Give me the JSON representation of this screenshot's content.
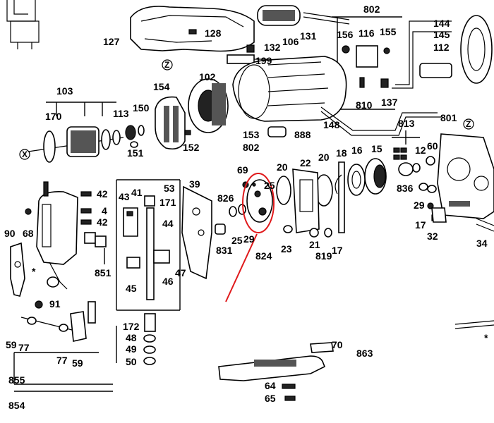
{
  "labels": {
    "l127": "127",
    "l128": "128",
    "lz1": "Z",
    "l132": "132",
    "l106": "106",
    "l131": "131",
    "l802a": "802",
    "l156": "156",
    "l116": "116",
    "l155": "155",
    "l144": "144",
    "l145": "145",
    "l112": "112",
    "l199": "199",
    "l103": "103",
    "l102": "102",
    "l154": "154",
    "l170": "170",
    "l113": "113",
    "l150": "150",
    "l151": "151",
    "l152": "152",
    "l153": "153",
    "l802b": "802",
    "l888": "888",
    "l148": "148",
    "l810": "810",
    "l137": "137",
    "l801": "801",
    "lz2": "Z",
    "l813": "813",
    "lx": "X",
    "l69": "69",
    "l20a": "20",
    "l22": "22",
    "l20b": "20",
    "l18": "18",
    "l16": "16",
    "l15": "15",
    "l12": "12",
    "l60": "60",
    "l836": "836",
    "l29b": "29",
    "l17b": "17",
    "l32": "32",
    "l34": "34",
    "l42a": "42",
    "l4": "4",
    "l42b": "42",
    "l43": "43",
    "l41": "41",
    "l53": "53",
    "l171": "171",
    "l44": "44",
    "l39": "39",
    "l826": "826",
    "l25": "25",
    "l25b": "25",
    "l29": "29",
    "l831": "831",
    "l824": "824",
    "l23": "23",
    "l21": "21",
    "l819": "819",
    "l17": "17",
    "l68": "68",
    "l90": "90",
    "l851": "851",
    "l45": "45",
    "l46": "46",
    "l47": "47",
    "l91": "91",
    "l172": "172",
    "l48": "48",
    "l49": "49",
    "l50": "50",
    "l59a": "59",
    "l77a": "77",
    "l77b": "77",
    "l59b": "59",
    "l855": "855",
    "l854": "854",
    "l70": "70",
    "l863": "863",
    "l64": "64",
    "l65": "65",
    "lstar": "*",
    "lstar2": "*"
  },
  "highlight_color": "#e0191b"
}
